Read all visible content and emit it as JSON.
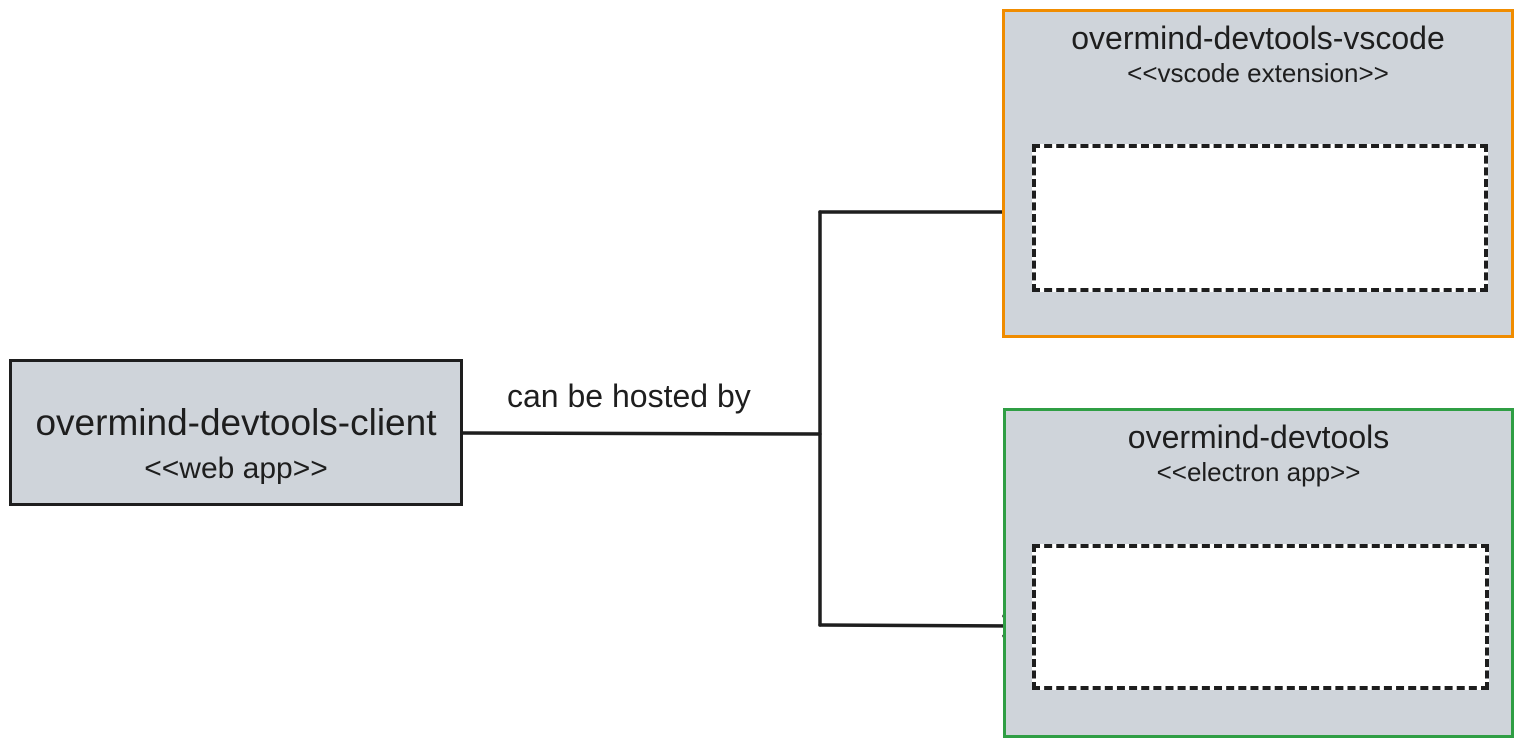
{
  "nodes": {
    "client": {
      "name": "overmind-devtools-client",
      "stereotype": "<<web app>>"
    },
    "vscode": {
      "name": "overmind-devtools-vscode",
      "stereotype": "<<vscode extension>>",
      "border_color": "#f08c00"
    },
    "electron": {
      "name": "overmind-devtools",
      "stereotype": "<<electron app>>",
      "border_color": "#2f9e44"
    }
  },
  "edge": {
    "label": "can be hosted by"
  },
  "colors": {
    "node_fill": "#cfd4da",
    "stroke": "#1e1e1e",
    "slot_fill": "#ffffff"
  }
}
